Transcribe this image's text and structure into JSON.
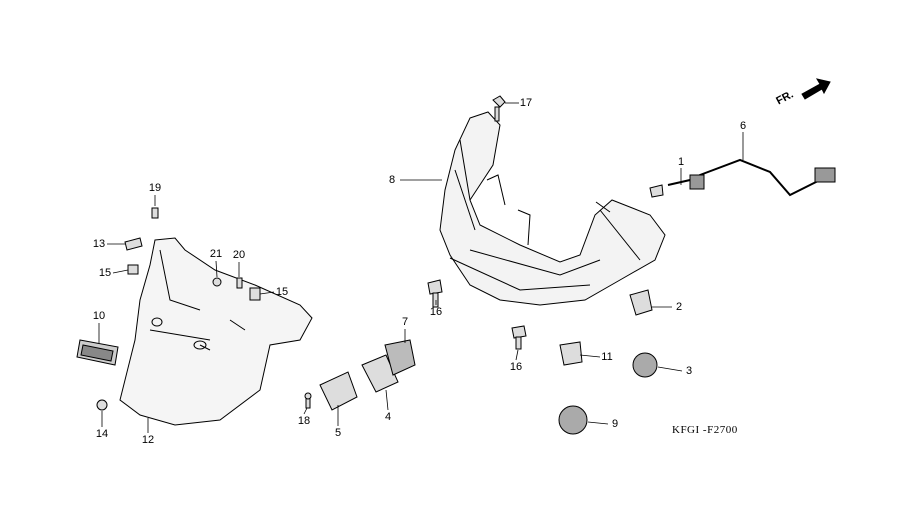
{
  "callouts": [
    "1",
    "2",
    "3",
    "4",
    "5",
    "6",
    "7",
    "8",
    "9",
    "10",
    "11",
    "12",
    "13",
    "14",
    "15",
    "15",
    "16",
    "16",
    "17",
    "18",
    "19",
    "20",
    "21"
  ],
  "direction_label": "FR.",
  "diagram_code": "KFGI -F2700"
}
